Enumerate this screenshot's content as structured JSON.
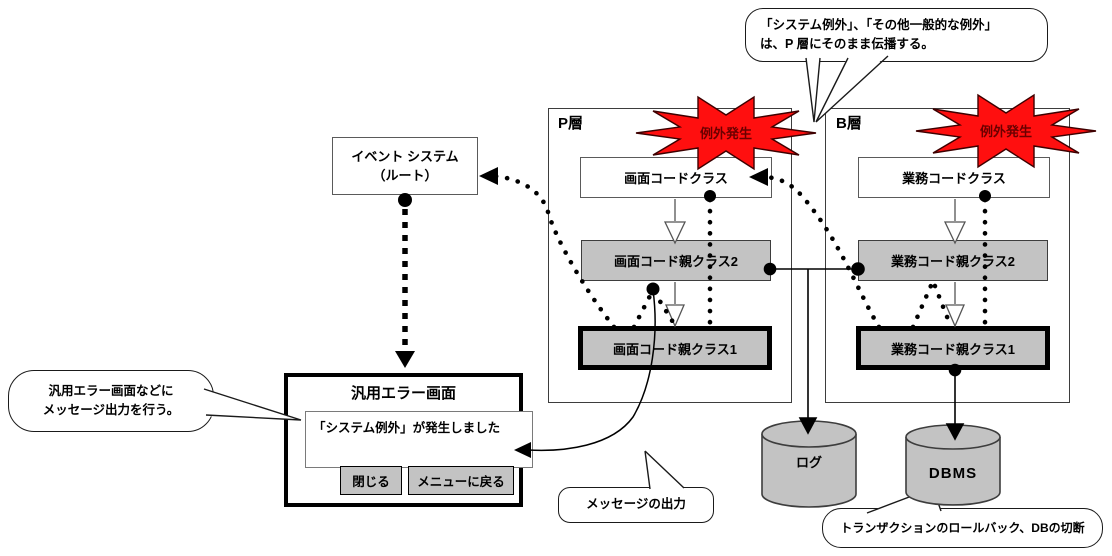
{
  "callouts": {
    "top": {
      "line1": "「システム例外」、「その他一般的な例外」",
      "line2": "は、P 層にそのまま伝播する。"
    },
    "left": {
      "line1": "汎用エラー画面などに",
      "line2": "メッセージ出力を行う。"
    },
    "message_output": {
      "text": "メッセージの出力"
    },
    "transaction": {
      "text": "トランザクションのロールバック、DBの切断"
    }
  },
  "layers": {
    "p": {
      "label": "P層",
      "burst": "例外発生",
      "class_box": "画面コードクラス",
      "parent2": "画面コード親クラス2",
      "parent1": "画面コード親クラス1"
    },
    "b": {
      "label": "B層",
      "burst": "例外発生",
      "class_box": "業務コードクラス",
      "parent2": "業務コード親クラス2",
      "parent1": "業務コード親クラス1"
    }
  },
  "event_system": {
    "line1": "イベント システム",
    "line2": "（ルート）"
  },
  "error_screen": {
    "title": "汎用エラー画面",
    "message": "「システム例外」が発生しました",
    "close_button": "閉じる",
    "menu_button": "メニューに戻る"
  },
  "datastores": {
    "log": "ログ",
    "dbms": "DBMS"
  },
  "colors": {
    "burst_fill": "#ff0f0f",
    "burst_text": "#6b0000",
    "box_gray": "#c3c3c3",
    "line_black": "#000000"
  }
}
